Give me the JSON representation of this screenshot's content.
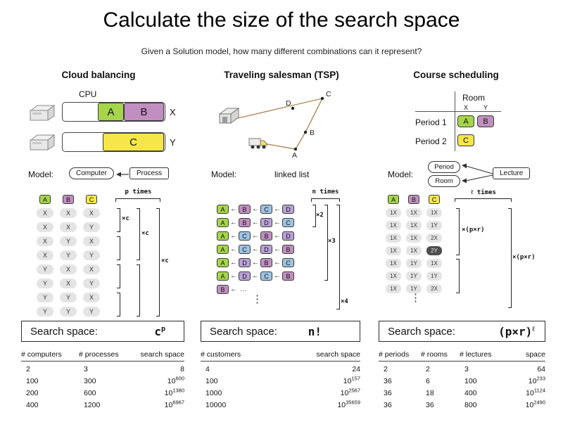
{
  "title": "Calculate the size of the search space",
  "subtitle": "Given a Solution model, how many different combinations can it represent?",
  "colors": {
    "green": "#a6d54b",
    "purple": "#c08fc0",
    "yellow": "#f6e649",
    "blue": "#9fc3e2",
    "violet": "#b9a2d6",
    "pill": "#e4e4e4",
    "pill_dark": "#4d4d4d",
    "route": "#b08a5a"
  },
  "cloud": {
    "header": "Cloud balancing",
    "cpu_label": "CPU",
    "machines": [
      {
        "label": "X",
        "segments": [
          {
            "text": "A",
            "color": "green"
          },
          {
            "text": "B",
            "color": "purple"
          }
        ]
      },
      {
        "label": "Y",
        "segments": [
          {
            "text": "C",
            "color": "yellow"
          }
        ]
      }
    ],
    "model_label": "Model:",
    "model_entity": "Computer",
    "model_planning": "Process",
    "grid_head": [
      {
        "text": "A",
        "color": "green"
      },
      {
        "text": "B",
        "color": "purple"
      },
      {
        "text": "C",
        "color": "yellow"
      }
    ],
    "grid_rows": [
      [
        "X",
        "X",
        "X"
      ],
      [
        "X",
        "X",
        "Y"
      ],
      [
        "X",
        "Y",
        "X"
      ],
      [
        "X",
        "Y",
        "Y"
      ],
      [
        "Y",
        "X",
        "X"
      ],
      [
        "Y",
        "X",
        "Y"
      ],
      [
        "Y",
        "Y",
        "X"
      ],
      [
        "Y",
        "Y",
        "Y"
      ]
    ],
    "bracket_top": "p times",
    "bracket_labels": [
      "×c",
      "×c",
      "×c"
    ],
    "search_label": "Search space:",
    "formula": {
      "base": "c",
      "sup": "p"
    },
    "table": {
      "headers": [
        "# computers",
        "# processes",
        "search space"
      ],
      "rows": [
        [
          "2",
          "3",
          "8"
        ],
        [
          "100",
          "300",
          "10^600"
        ],
        [
          "200",
          "600",
          "10^1380"
        ],
        [
          "400",
          "1200",
          "10^6967"
        ]
      ]
    }
  },
  "tsp": {
    "header": "Traveling salesman (TSP)",
    "model_label": "Model:",
    "model_value": "linked list",
    "map_nodes": [
      "A",
      "B",
      "C",
      "D"
    ],
    "arrow": "←",
    "ellipsis": "…",
    "vdots": "⋮",
    "chip_colors": {
      "A": "green",
      "B": "purple",
      "C": "blue",
      "D": "violet"
    },
    "chains": [
      [
        "A",
        "B",
        "C",
        "D"
      ],
      [
        "A",
        "B",
        "D",
        "C"
      ],
      [
        "A",
        "C",
        "B",
        "D"
      ],
      [
        "A",
        "C",
        "D",
        "B"
      ],
      [
        "A",
        "D",
        "B",
        "C"
      ],
      [
        "A",
        "D",
        "C",
        "B"
      ],
      [
        "B",
        "…"
      ]
    ],
    "bracket_top": "n times",
    "bracket_labels": [
      "×2",
      "×3",
      "×4"
    ],
    "search_label": "Search space:",
    "formula": {
      "base": "n!",
      "sup": ""
    },
    "table": {
      "headers": [
        "# customers",
        "search space"
      ],
      "rows": [
        [
          "4",
          "24"
        ],
        [
          "100",
          "10^157"
        ],
        [
          "1000",
          "10^2567"
        ],
        [
          "10000",
          "10^35659"
        ]
      ]
    }
  },
  "course": {
    "header": "Course scheduling",
    "room": {
      "label": "Room",
      "cols": [
        "X",
        "Y"
      ],
      "rows": [
        {
          "label": "Period 1",
          "chips": [
            {
              "text": "A",
              "color": "green"
            },
            {
              "text": "B",
              "color": "purple"
            }
          ]
        },
        {
          "label": "Period 2",
          "chips": [
            {
              "text": "C",
              "color": "yellow"
            }
          ]
        }
      ]
    },
    "model_label": "Model:",
    "model_entities": [
      "Period",
      "Room"
    ],
    "model_planning": "Lecture",
    "grid_head": [
      {
        "text": "A",
        "color": "green"
      },
      {
        "text": "B",
        "color": "purple"
      },
      {
        "text": "C",
        "color": "yellow"
      }
    ],
    "grid_rows": [
      [
        "1X",
        "1X",
        "1X"
      ],
      [
        "1X",
        "1X",
        "1Y"
      ],
      [
        "1X",
        "1X",
        "2X"
      ],
      [
        "1X",
        "1X",
        {
          "text": "2Y",
          "dark": true
        }
      ],
      [
        "1X",
        "1Y",
        "1X"
      ],
      [
        "1X",
        "1Y",
        "1Y"
      ],
      [
        "1X",
        "1Y",
        "2X"
      ]
    ],
    "vdots": "⋮",
    "bracket_top": "ℓ times",
    "bracket_labels": [
      "×(p×r)",
      "×(p×r)"
    ],
    "search_label": "Search space:",
    "formula": {
      "base": "(p×r)",
      "sup": "ℓ"
    },
    "table": {
      "headers": [
        "# periods",
        "# rooms",
        "# lectures",
        "space"
      ],
      "rows": [
        [
          "2",
          "2",
          "3",
          "64"
        ],
        [
          "36",
          "6",
          "100",
          "10^233"
        ],
        [
          "36",
          "18",
          "400",
          "10^1124"
        ],
        [
          "36",
          "36",
          "800",
          "10^2490"
        ]
      ]
    }
  }
}
